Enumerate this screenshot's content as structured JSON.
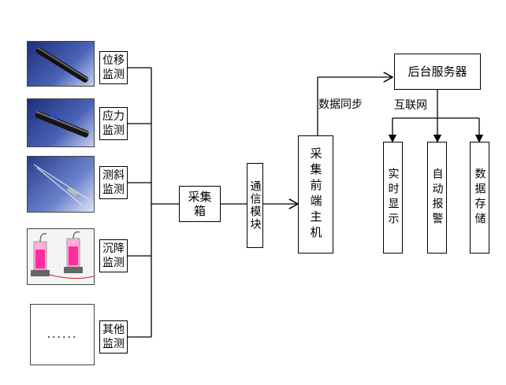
{
  "sensors": [
    {
      "label": "位移监测",
      "line1": "位移",
      "line2": "监测"
    },
    {
      "label": "应力监测",
      "line1": "应力",
      "line2": "监测"
    },
    {
      "label": "测斜监测",
      "line1": "测斜",
      "line2": "监测"
    },
    {
      "label": "沉降监测",
      "line1": "沉降",
      "line2": "监测"
    },
    {
      "label": "其他监测",
      "line1": "其他",
      "line2": "监测"
    }
  ],
  "ellipsis": "......",
  "collector": {
    "line1": "采集",
    "line2": "箱"
  },
  "comm_module": "通信模块",
  "front_host": "采集前端主机",
  "data_sync": "数据同步",
  "server": "后台服务器",
  "internet": "互联网",
  "outputs": [
    {
      "label": "实时显示"
    },
    {
      "label": "自动报警"
    },
    {
      "label": "数据存储"
    }
  ]
}
